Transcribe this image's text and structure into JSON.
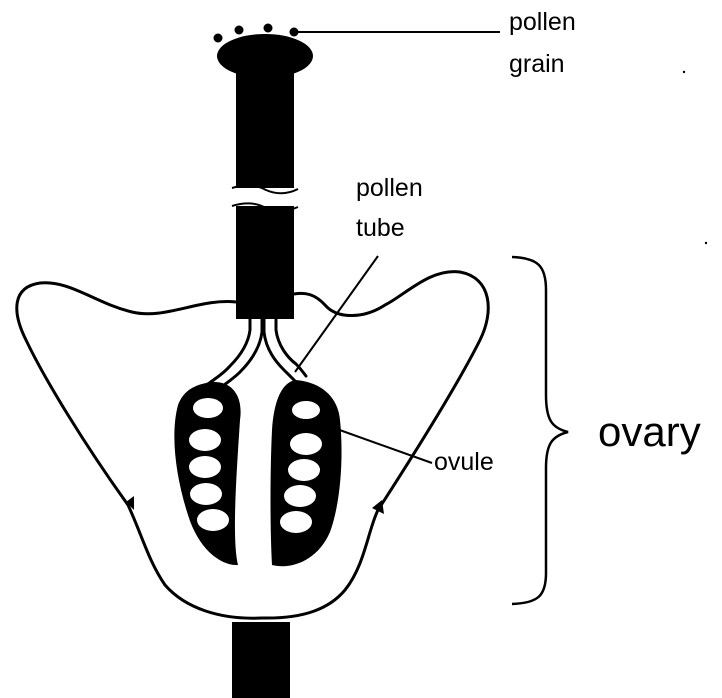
{
  "diagram": {
    "colors": {
      "ink": "#000000",
      "background": "#ffffff"
    },
    "labels": {
      "pollen_grain": [
        "pollen",
        "grain"
      ],
      "pollen_tube": [
        "pollen",
        "tube"
      ],
      "ovule": "ovule",
      "ovary": "ovary"
    }
  }
}
